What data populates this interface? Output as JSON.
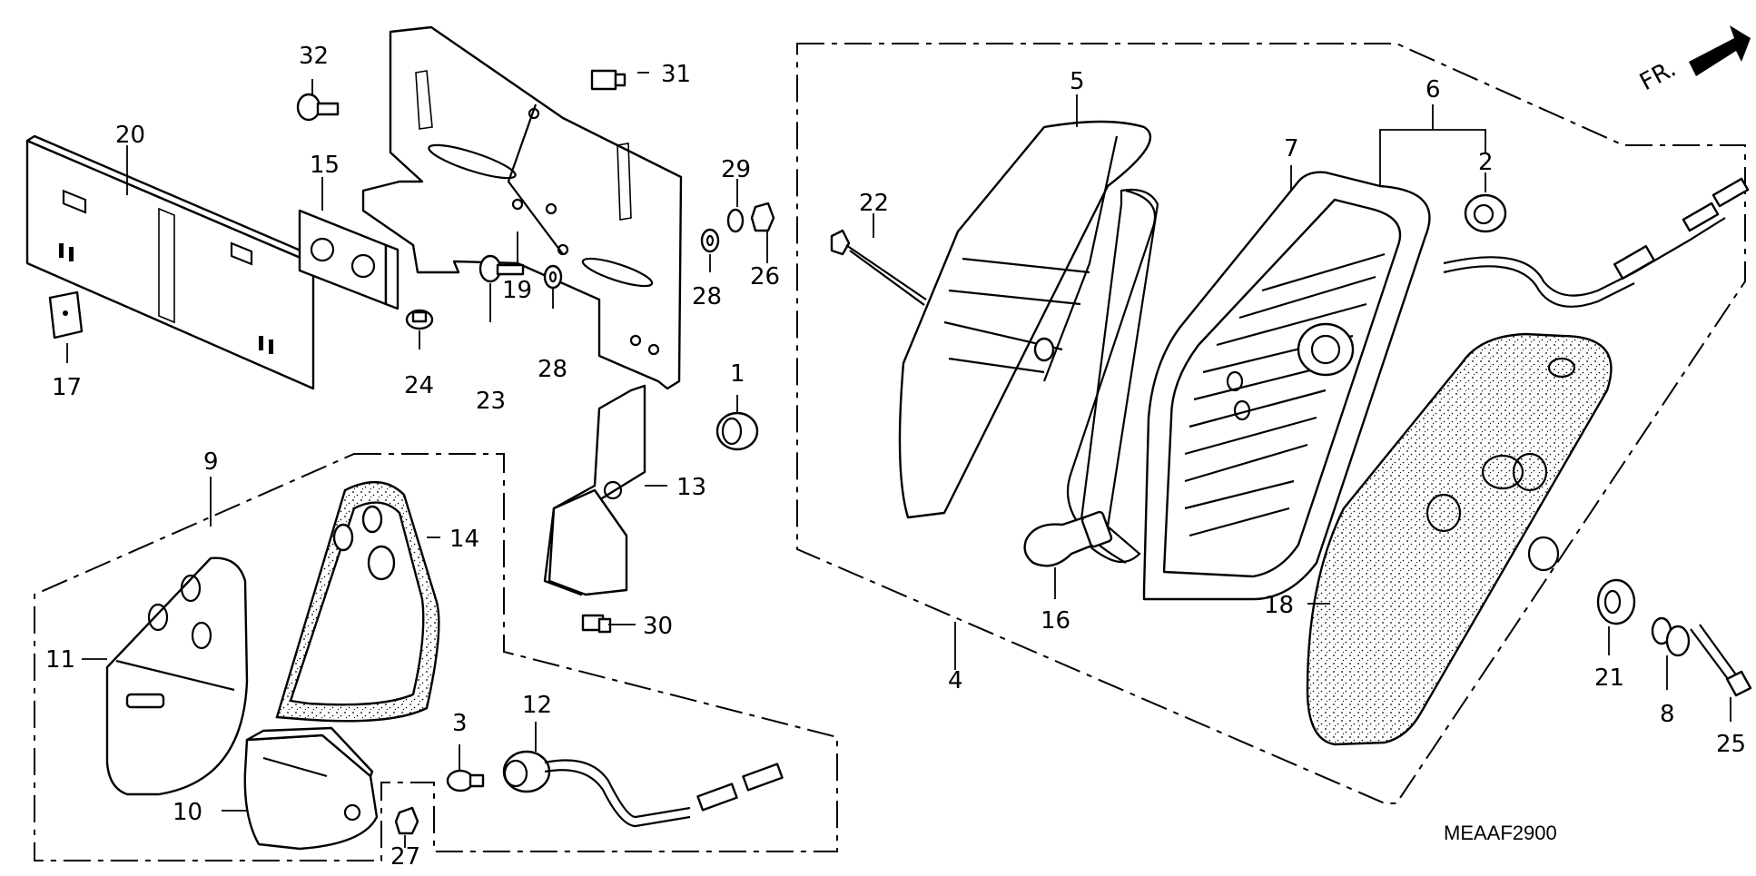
{
  "diagram_code": "MEAAF2900",
  "direction_label": "FR.",
  "callouts": {
    "c1": "1",
    "c2": "2",
    "c3": "3",
    "c4": "4",
    "c5": "5",
    "c6": "6",
    "c7": "7",
    "c8": "8",
    "c9": "9",
    "c10": "10",
    "c11": "11",
    "c12": "12",
    "c13": "13",
    "c14": "14",
    "c15": "15",
    "c16": "16",
    "c17": "17",
    "c18": "18",
    "c19": "19",
    "c20": "20",
    "c21": "21",
    "c22": "22",
    "c23": "23",
    "c24": "24",
    "c25": "25",
    "c26": "26",
    "c27": "27",
    "c28a": "28",
    "c28b": "28",
    "c29": "29",
    "c30": "30",
    "c31": "31",
    "c32": "32"
  }
}
